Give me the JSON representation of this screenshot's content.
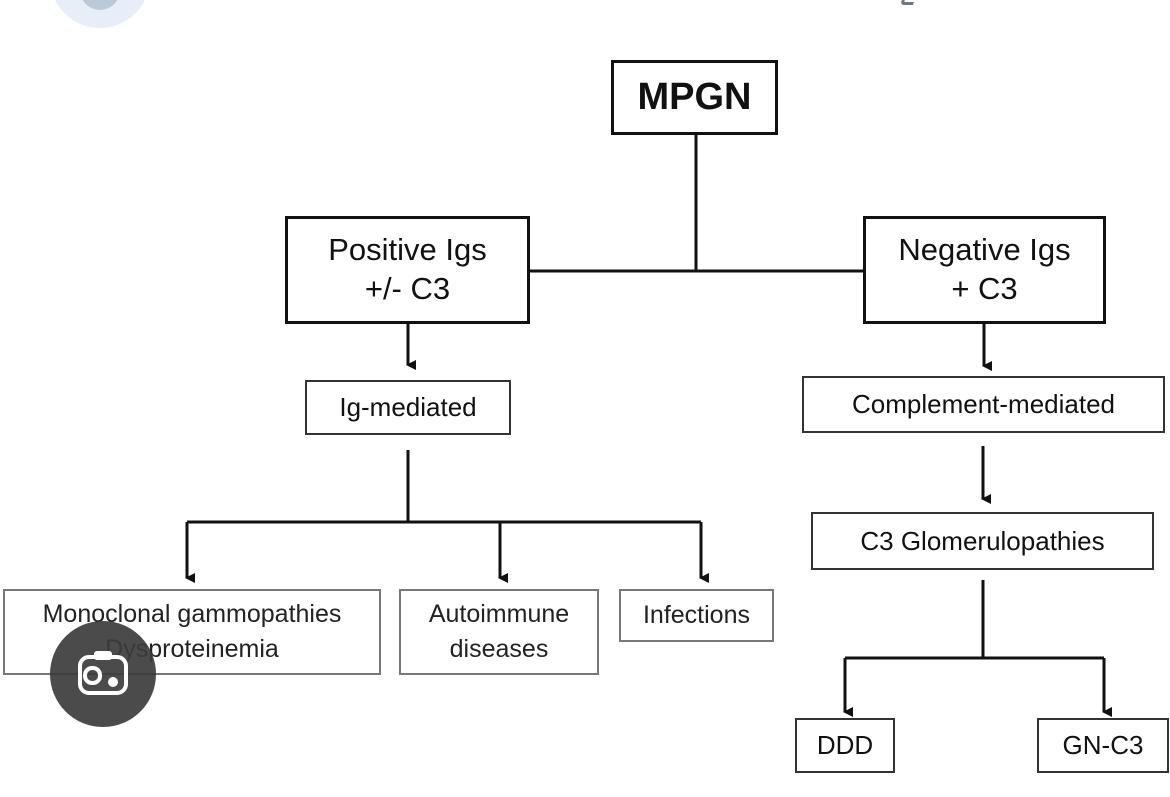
{
  "diagram": {
    "root": "MPGN",
    "left_branch": {
      "criteria": "Positive Igs\n+/- C3",
      "mechanism": "Ig-mediated",
      "causes": [
        "Monoclonal gammopathies\nDysproteinemia",
        "Autoimmune\ndiseases",
        "Infections"
      ]
    },
    "right_branch": {
      "criteria": "Negative Igs\n+ C3",
      "mechanism": "Complement-mediated",
      "category": "C3 Glomerulopathies",
      "subtypes": [
        "DDD",
        "GN-C3"
      ]
    }
  },
  "overlay": {
    "visual_search_icon": "camera-lens-icon"
  }
}
